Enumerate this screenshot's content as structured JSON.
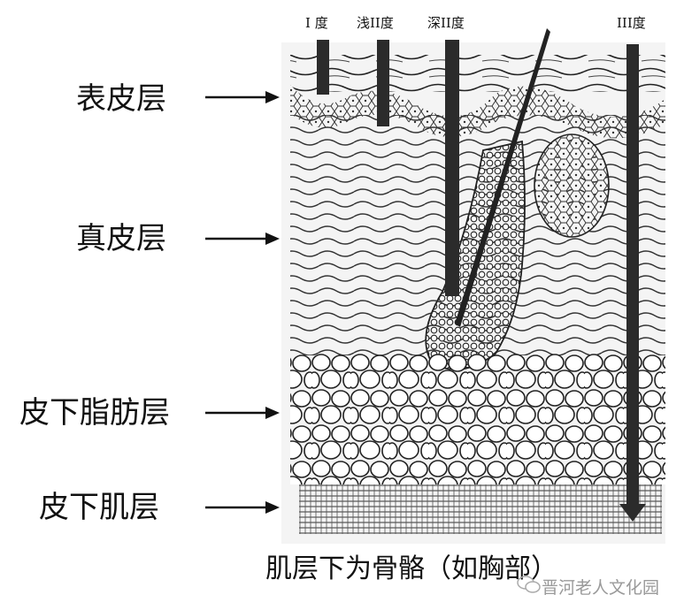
{
  "degree_labels": {
    "first": "I 度",
    "superficial_second": "浅II度",
    "deep_second": "深II度",
    "third": "III度"
  },
  "layer_labels": {
    "epidermis": "表皮层",
    "dermis": "真皮层",
    "subcutaneous_fat": "皮下脂肪层",
    "subcutaneous_muscle": "皮下肌层"
  },
  "caption": "肌层下为骨骼（如胸部）",
  "watermark": "晋河老人文化园"
}
